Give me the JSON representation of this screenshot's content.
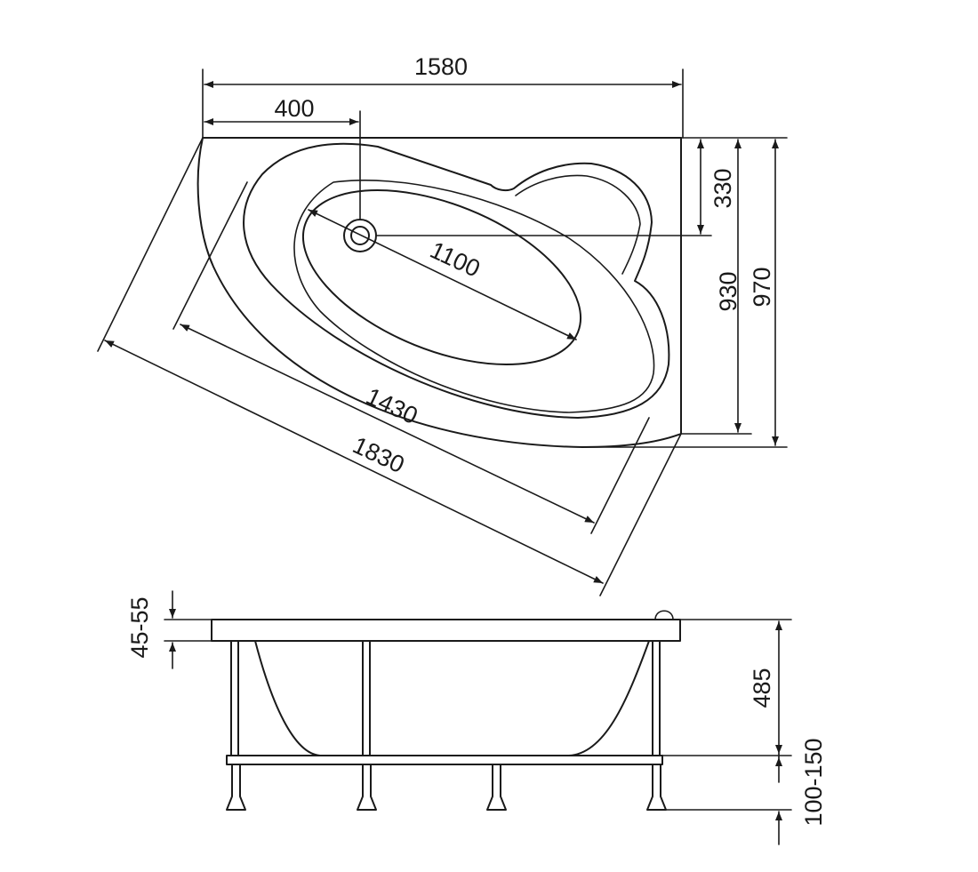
{
  "dimensions": {
    "overall_width": "1580",
    "drain_offset": "400",
    "drain_depth": "330",
    "inner_depth": "930",
    "overall_depth": "970",
    "inner_basin_length": "1100",
    "inner_length": "1430",
    "overall_length": "1830",
    "rim_thickness": "45-55",
    "tub_height": "485",
    "leg_height": "100-150"
  },
  "colors": {
    "line": "#1a1a1a",
    "background": "#ffffff"
  }
}
